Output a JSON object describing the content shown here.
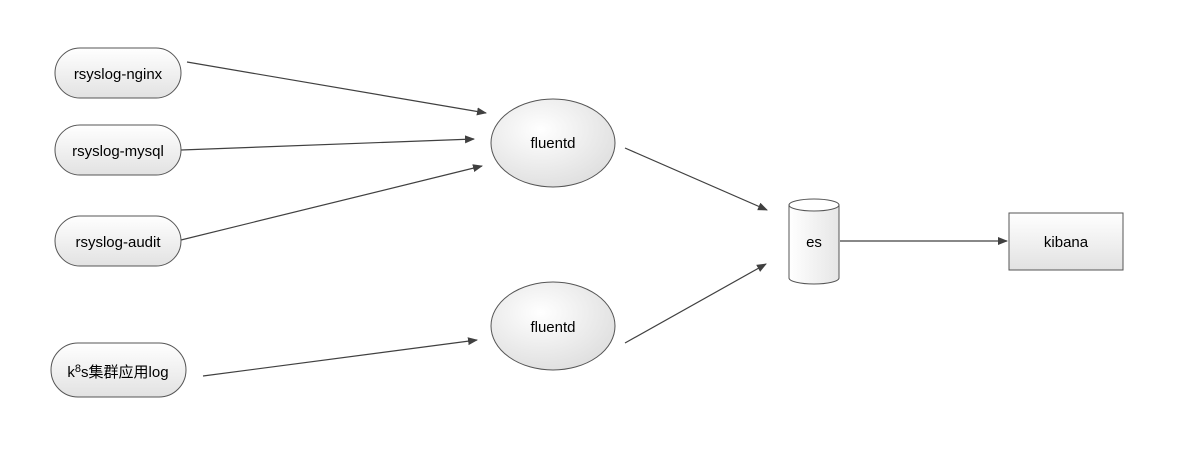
{
  "nodes": {
    "rsyslog_nginx": {
      "label": "rsyslog-nginx"
    },
    "rsyslog_mysql": {
      "label": "rsyslog-mysql"
    },
    "rsyslog_audit": {
      "label": "rsyslog-audit"
    },
    "k8s_app_log": {
      "prefix": "k",
      "digit": "8",
      "suffix": "s集群应用log"
    },
    "fluentd_top": {
      "label": "fluentd"
    },
    "fluentd_bottom": {
      "label": "fluentd"
    },
    "es": {
      "label": "es"
    },
    "kibana": {
      "label": "kibana"
    }
  },
  "edges": [
    {
      "from": "rsyslog-nginx",
      "to": "fluentd"
    },
    {
      "from": "rsyslog-mysql",
      "to": "fluentd"
    },
    {
      "from": "rsyslog-audit",
      "to": "fluentd"
    },
    {
      "from": "k8s集群应用log",
      "to": "fluentd"
    },
    {
      "from": "fluentd",
      "to": "es"
    },
    {
      "from": "fluentd",
      "to": "es"
    },
    {
      "from": "es",
      "to": "kibana"
    }
  ],
  "colors": {
    "node_fill_light": "#ffffff",
    "node_fill_dark": "#e2e2e2",
    "stroke": "#555555",
    "edge": "#404040"
  }
}
